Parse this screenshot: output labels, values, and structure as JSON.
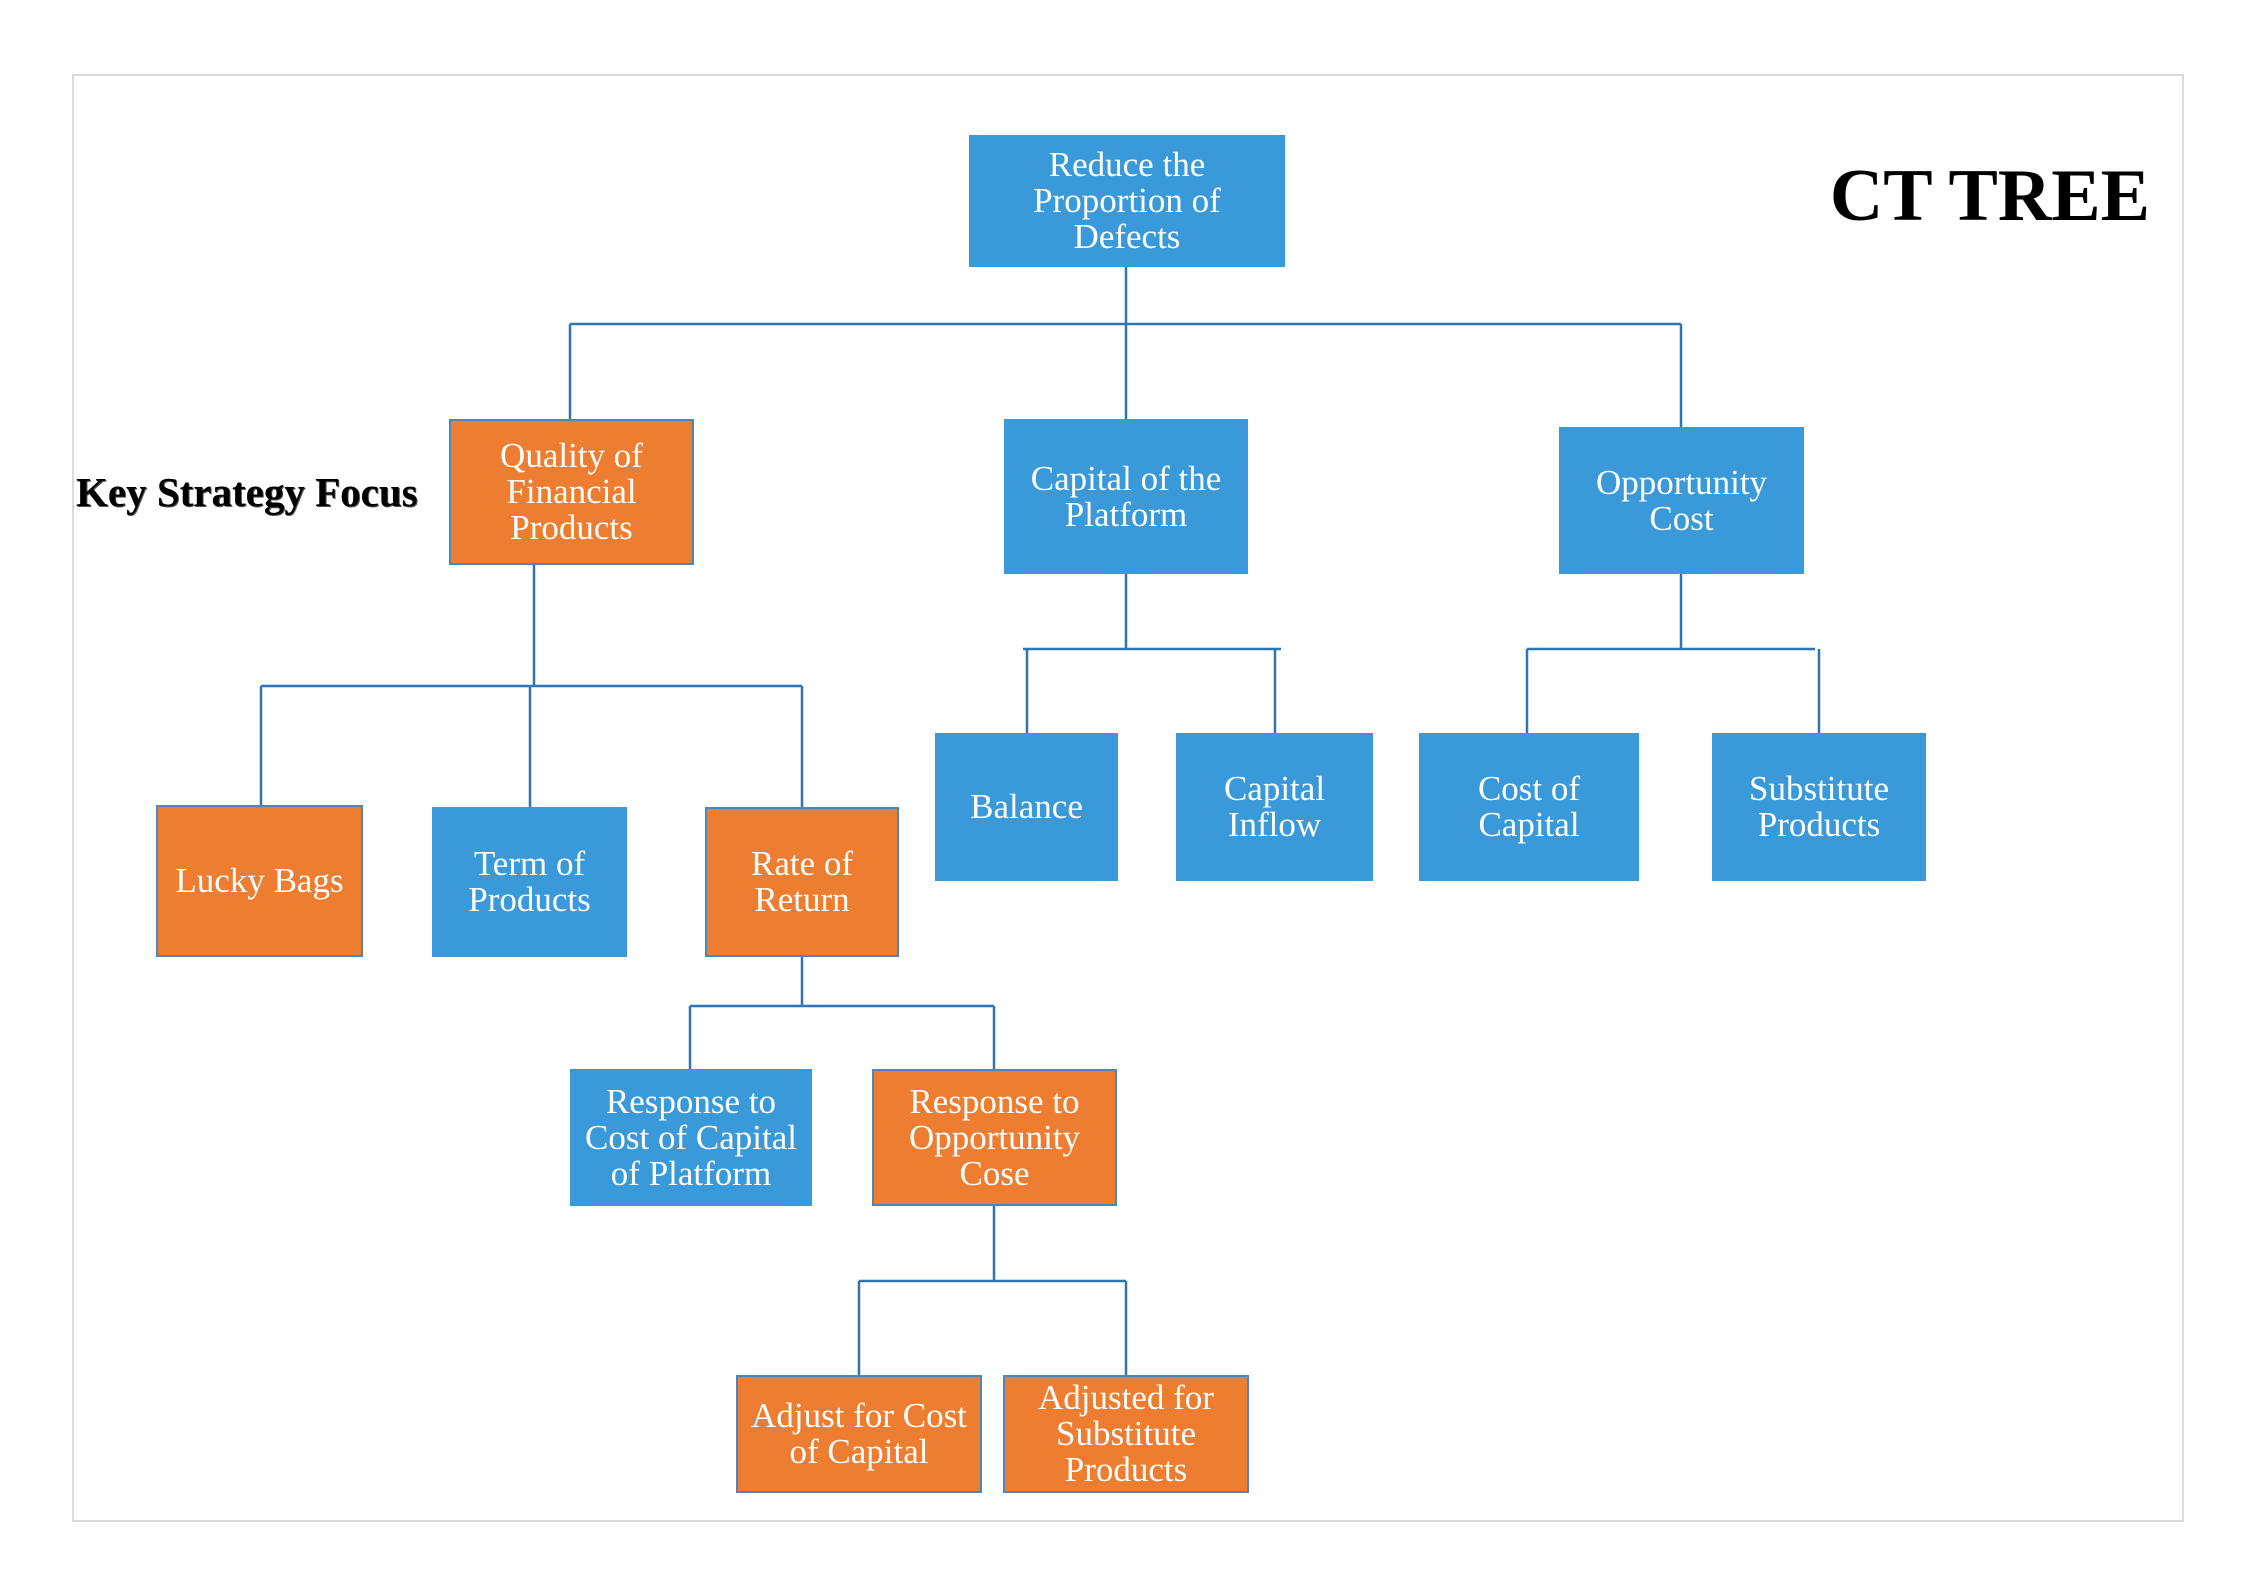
{
  "title": "CT TREE",
  "key_label": "Key Strategy Focus",
  "colors": {
    "blue_node": "#3a9ad9",
    "orange_node": "#ed7d31",
    "connector": "#2e75b6",
    "text_on_node": "#ffffff"
  },
  "nodes": {
    "root": "Reduce the Proportion of Defects",
    "quality": "Quality of Financial Products",
    "capital_platform": "Capital of the Platform",
    "opportunity_cost": "Opportunity Cost",
    "lucky_bags": "Lucky Bags",
    "term_products": "Term of Products",
    "rate_return": "Rate of Return",
    "balance": "Balance",
    "capital_inflow": "Capital Inflow",
    "cost_capital": "Cost of Capital",
    "substitute_products": "Substitute Products",
    "resp_cost_capital": "Response to Cost of Capital of Platform",
    "resp_opportunity": "Response to Opportunity Cose",
    "adjust_cost_capital": "Adjust for Cost of Capital",
    "adjusted_substitute": "Adjusted for Substitute Products"
  },
  "node_colors": {
    "root": "blue",
    "quality": "orange",
    "capital_platform": "blue",
    "opportunity_cost": "blue",
    "lucky_bags": "orange",
    "term_products": "blue",
    "rate_return": "orange",
    "balance": "blue",
    "capital_inflow": "blue",
    "cost_capital": "blue",
    "substitute_products": "blue",
    "resp_cost_capital": "blue",
    "resp_opportunity": "orange",
    "adjust_cost_capital": "orange",
    "adjusted_substitute": "orange"
  }
}
